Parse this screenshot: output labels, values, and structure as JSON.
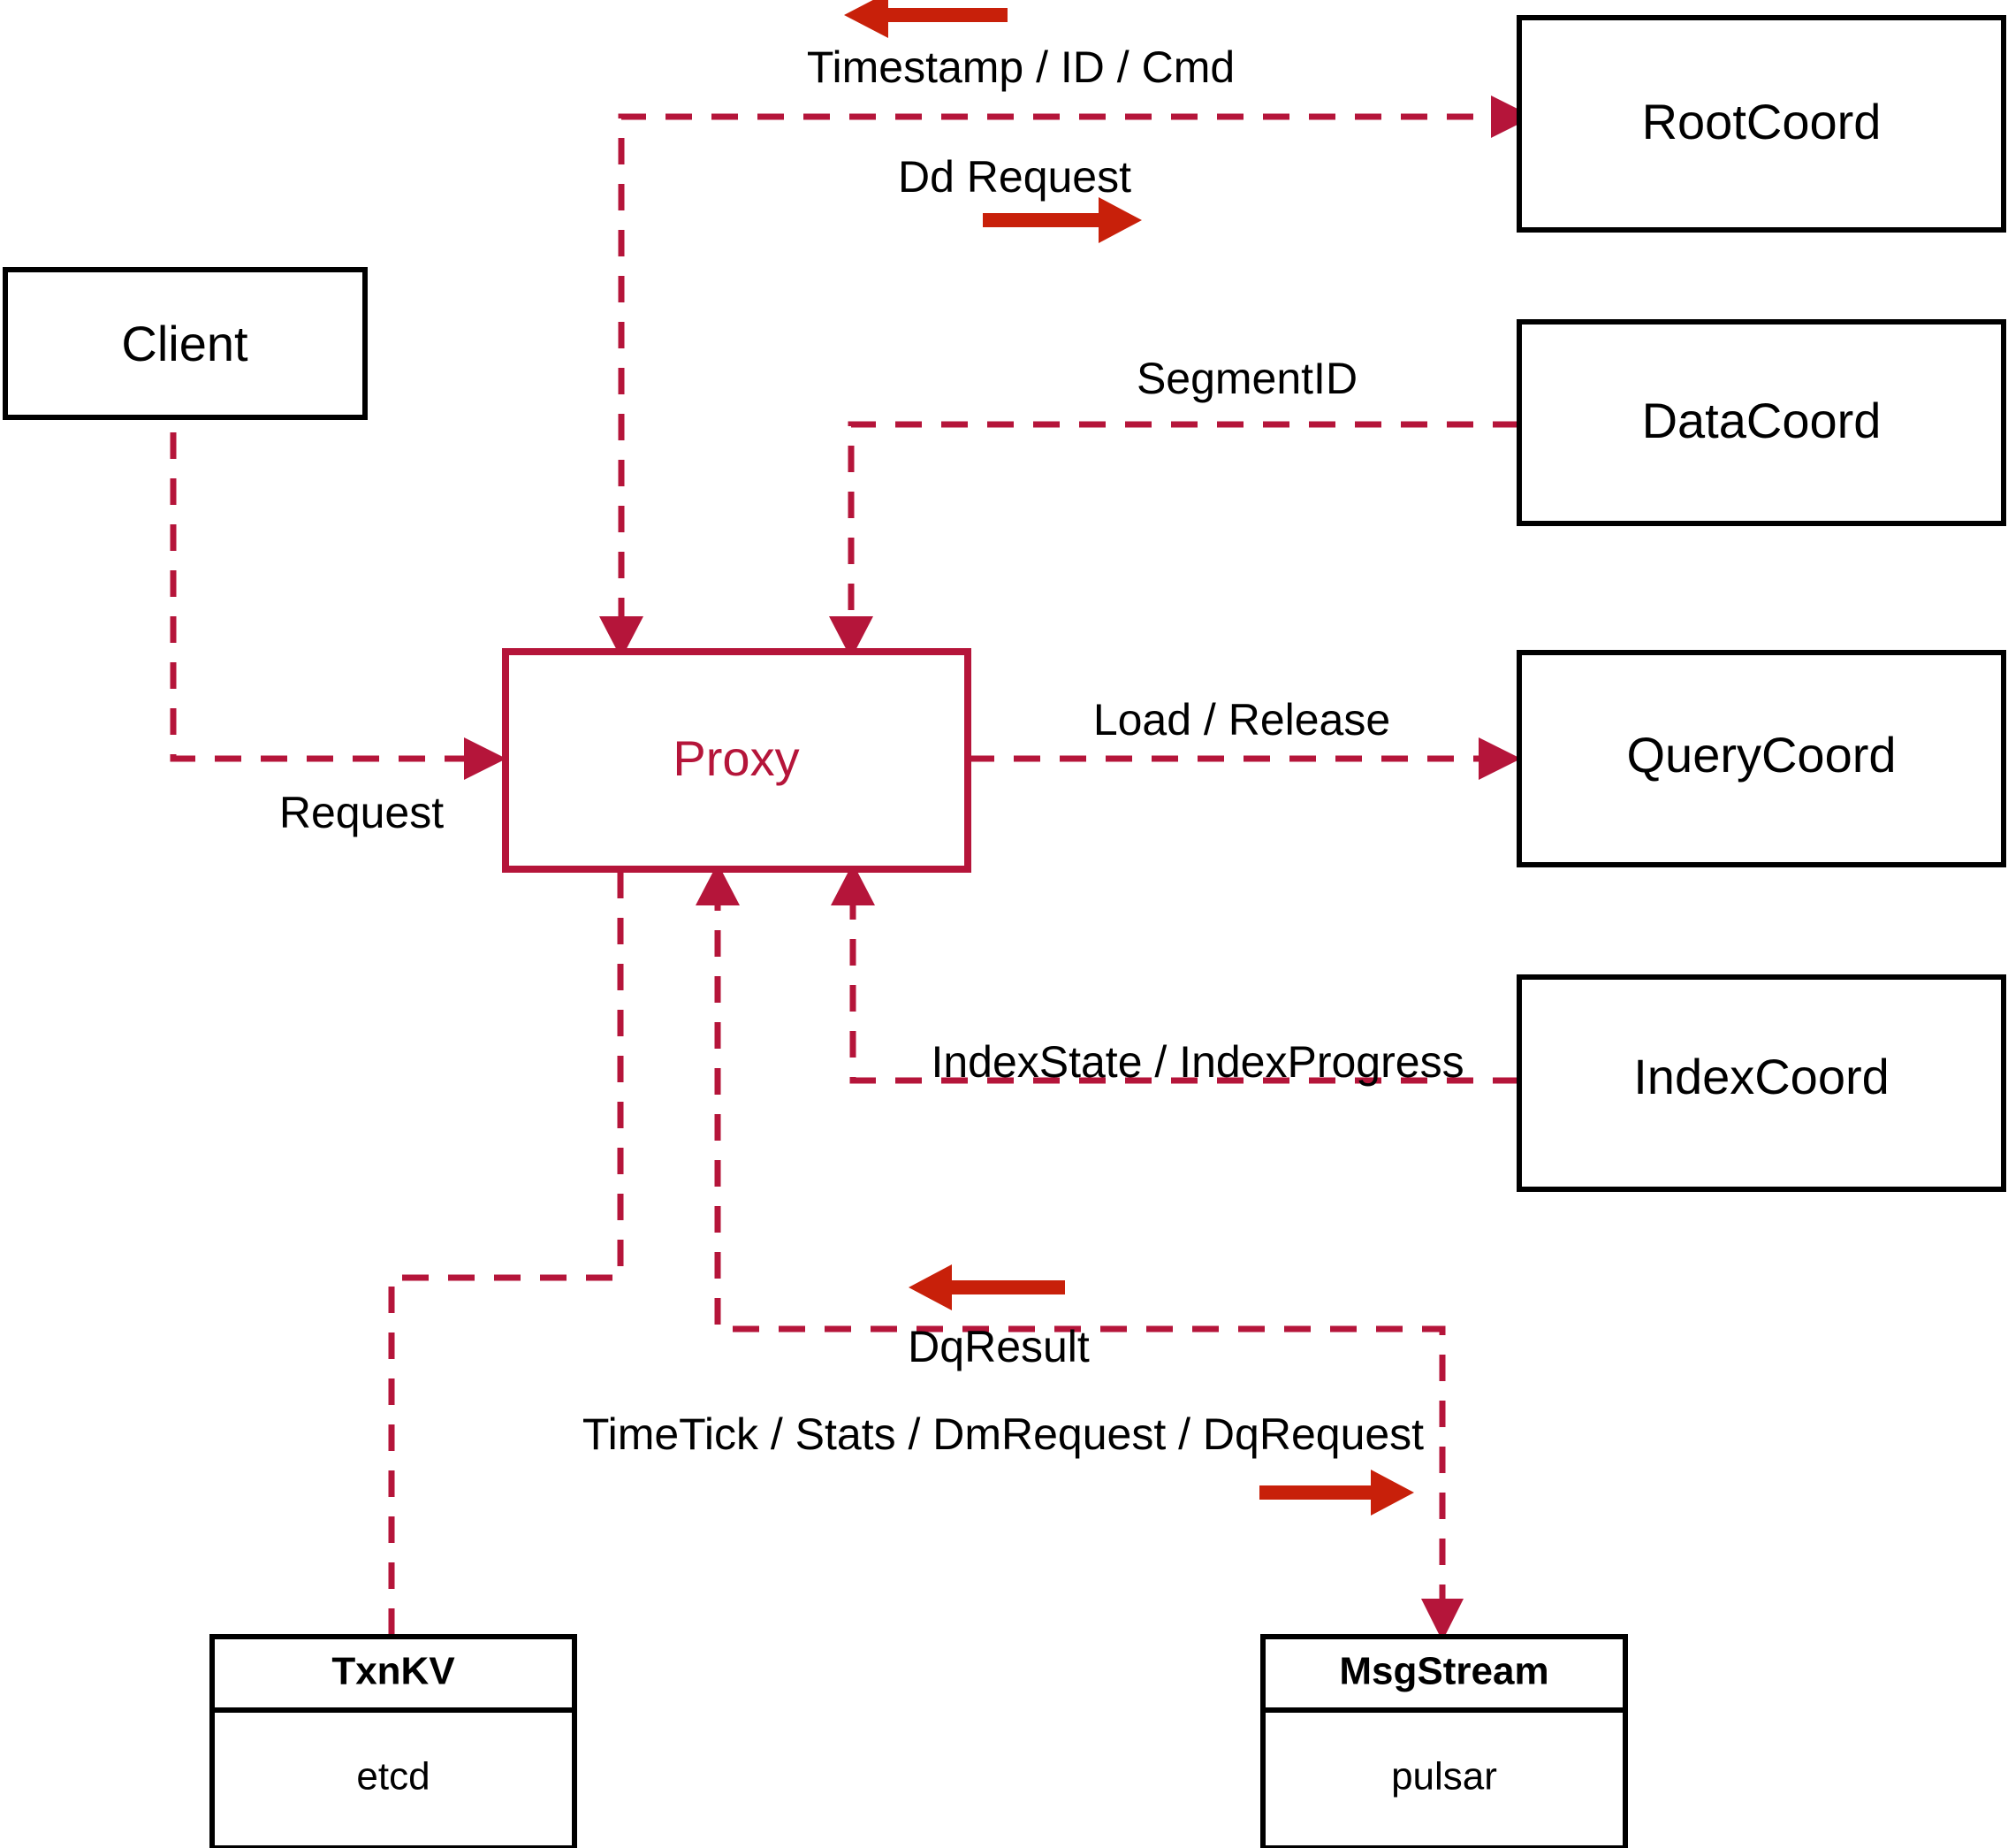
{
  "diagram": {
    "title": "Proxy component interaction diagram",
    "colors": {
      "accent": "#b5153a",
      "arrow": "#c8200a",
      "node_border": "#000000",
      "background": "#ffffff"
    },
    "nodes": {
      "client": {
        "label": "Client"
      },
      "proxy": {
        "label": "Proxy"
      },
      "root_coord": {
        "label": "RootCoord"
      },
      "data_coord": {
        "label": "DataCoord"
      },
      "query_coord": {
        "label": "QueryCoord"
      },
      "index_coord": {
        "label": "IndexCoord"
      },
      "txnkv": {
        "label": "TxnKV",
        "implementation": "etcd"
      },
      "msgstream": {
        "label": "MsgStream",
        "implementation": "pulsar"
      }
    },
    "edges": [
      {
        "id": "timestamp-id-cmd",
        "label": "Timestamp / ID / Cmd",
        "from": "RootCoord",
        "to": "Proxy",
        "direction": "left"
      },
      {
        "id": "dd-request",
        "label": "Dd Request",
        "from": "Proxy",
        "to": "RootCoord",
        "direction": "right"
      },
      {
        "id": "segment-id",
        "label": "SegmentID",
        "from": "DataCoord",
        "to": "Proxy",
        "direction": "left"
      },
      {
        "id": "load-release",
        "label": "Load / Release",
        "from": "Proxy",
        "to": "QueryCoord",
        "direction": "right"
      },
      {
        "id": "index-state-progress",
        "label": "IndexState / IndexProgress",
        "from": "IndexCoord",
        "to": "Proxy",
        "direction": "left"
      },
      {
        "id": "request",
        "label": "Request",
        "from": "Client",
        "to": "Proxy",
        "direction": "right"
      },
      {
        "id": "dq-result",
        "label": "DqResult",
        "from": "MsgStream",
        "to": "Proxy",
        "direction": "left"
      },
      {
        "id": "timetick-stats-dmrequest-dqrequest",
        "label": "TimeTick / Stats / DmRequest / DqRequest",
        "from": "Proxy",
        "to": "MsgStream",
        "direction": "right"
      },
      {
        "id": "txnkv-link",
        "label": "",
        "from": "Proxy",
        "to": "TxnKV",
        "direction": "none"
      }
    ]
  }
}
